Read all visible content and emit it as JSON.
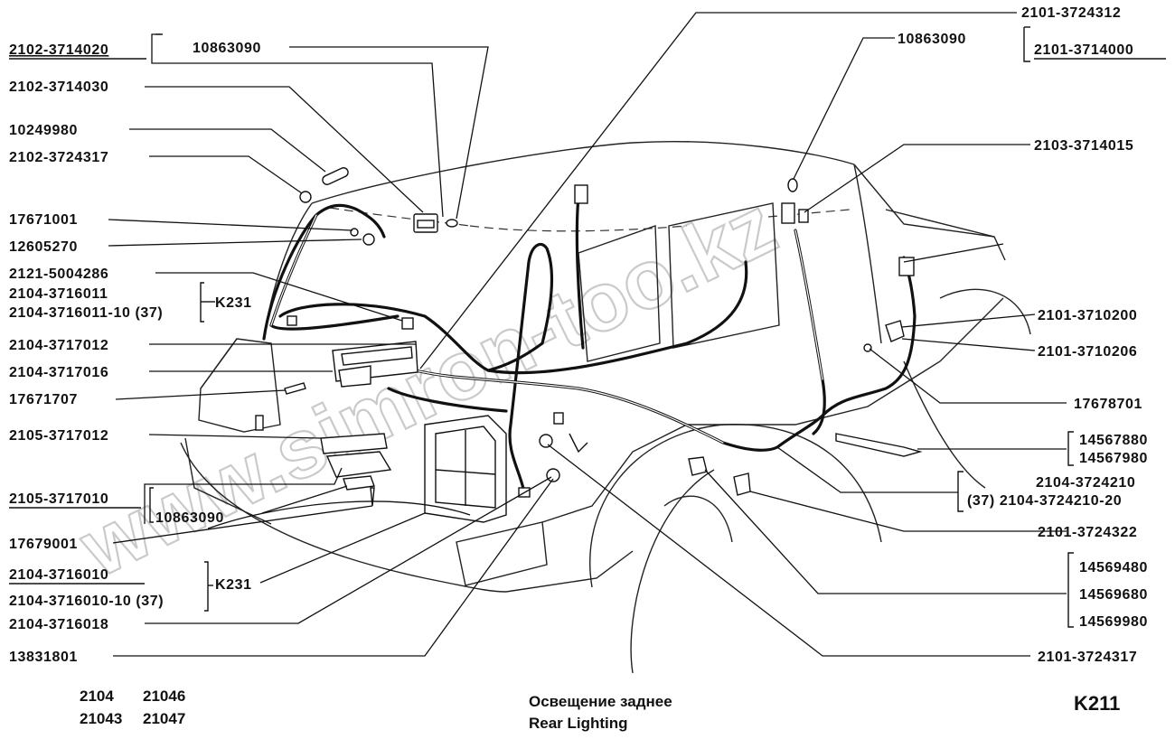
{
  "labels_left": [
    {
      "id": "l1",
      "text": "2102-3714020",
      "underline": true
    },
    {
      "id": "l2",
      "text": "10863090"
    },
    {
      "id": "l3",
      "text": "2102-3714030"
    },
    {
      "id": "l4",
      "text": "10249980"
    },
    {
      "id": "l5",
      "text": "2102-3724317"
    },
    {
      "id": "l6",
      "text": "17671001"
    },
    {
      "id": "l7",
      "text": "12605270"
    },
    {
      "id": "l8",
      "text": "2121-5004286"
    },
    {
      "id": "l9",
      "text": "2104-3716011"
    },
    {
      "id": "l10",
      "text": "2104-3716011-10 (37)"
    },
    {
      "id": "l11",
      "text": "K231"
    },
    {
      "id": "l12",
      "text": "2104-3717012"
    },
    {
      "id": "l13",
      "text": "2104-3717016"
    },
    {
      "id": "l14",
      "text": "17671707"
    },
    {
      "id": "l15",
      "text": "2105-3717012"
    },
    {
      "id": "l16",
      "text": "2105-3717010",
      "underline": true
    },
    {
      "id": "l17",
      "text": "10863090"
    },
    {
      "id": "l18",
      "text": "17679001"
    },
    {
      "id": "l19",
      "text": "2104-3716010",
      "underline": true
    },
    {
      "id": "l20",
      "text": "2104-3716010-10 (37)"
    },
    {
      "id": "l21",
      "text": "K231"
    },
    {
      "id": "l22",
      "text": "2104-3716018"
    },
    {
      "id": "l23",
      "text": "13831801"
    }
  ],
  "labels_right": [
    {
      "id": "r1",
      "text": "2101-3724312"
    },
    {
      "id": "r2",
      "text": "10863090"
    },
    {
      "id": "r3",
      "text": "2101-3714000",
      "underline": true
    },
    {
      "id": "r4",
      "text": "2103-3714015"
    },
    {
      "id": "r5",
      "text": "2101-3710200"
    },
    {
      "id": "r6",
      "text": "2101-3710206"
    },
    {
      "id": "r7",
      "text": "17678701"
    },
    {
      "id": "r8",
      "text": "14567880"
    },
    {
      "id": "r9",
      "text": "14567980"
    },
    {
      "id": "r10",
      "text": "2104-3724210"
    },
    {
      "id": "r11",
      "text": "(37) 2104-3724210-20"
    },
    {
      "id": "r12",
      "text": "2101-3724322"
    },
    {
      "id": "r13",
      "text": "14569480"
    },
    {
      "id": "r14",
      "text": "14569680"
    },
    {
      "id": "r15",
      "text": "14569980"
    },
    {
      "id": "r16",
      "text": "2101-3724317"
    }
  ],
  "footer": {
    "models_row1": [
      "2104",
      "21046"
    ],
    "models_row2": [
      "21043",
      "21047"
    ],
    "title_ru": "Освещение заднее",
    "title_en": "Rear Lighting",
    "sheet_code": "K211"
  },
  "watermark": "www.simron-too.kz"
}
